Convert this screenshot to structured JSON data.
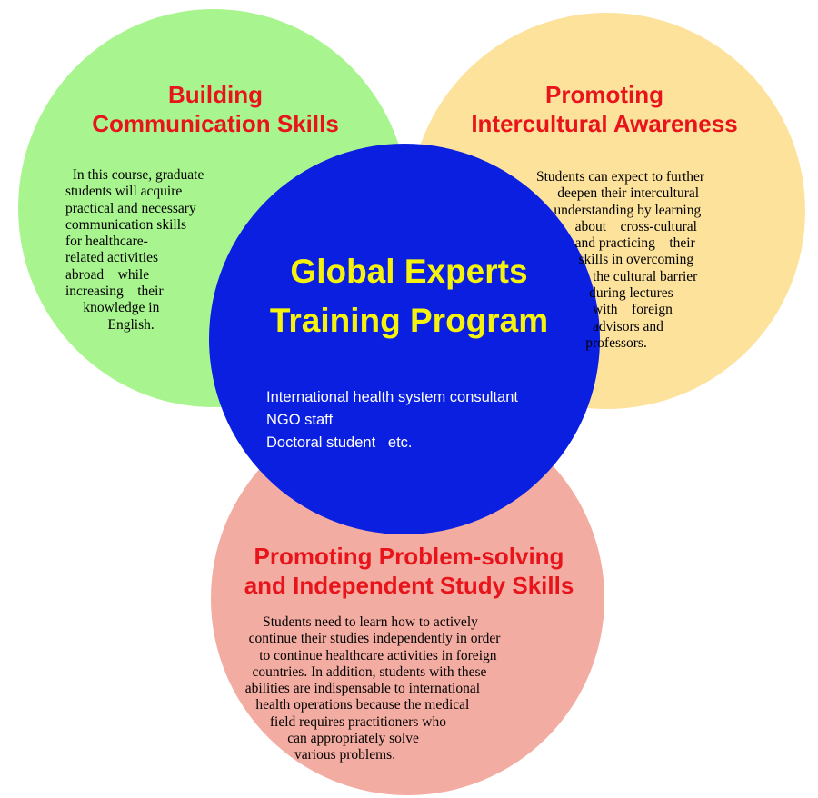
{
  "center": {
    "title": "Global Experts\nTraining Program",
    "careers": [
      "International health system consultant",
      "NGO staff",
      "Doctoral student   etc."
    ]
  },
  "communication": {
    "title": "Building\nCommunication Skills",
    "lines": [
      "  In this course, graduate",
      "students will acquire",
      "practical and necessary",
      "communication skills",
      "for healthcare-",
      "related activities",
      "abroad    while",
      "increasing    their",
      "     knowledge in",
      "            English."
    ]
  },
  "intercultural": {
    "title": "Promoting\nIntercultural Awareness",
    "lines": [
      "Students can expect to further",
      "      deepen their intercultural",
      "     understanding by learning",
      "           about    cross-cultural",
      "           and practicing    their",
      "            skills in overcoming",
      "                the cultural barrier",
      "               during lectures",
      "                with    foreign",
      "                advisors and",
      "              professors."
    ]
  },
  "problem_solving": {
    "title": "Promoting Problem-solving\nand Independent Study Skills",
    "lines": [
      "       Students need to learn how to actively",
      "   continue their studies independently in order",
      "      to continue healthcare activities in foreign",
      "    countries. In addition, students with these",
      "  abilities are indispensable to international",
      "     health operations because the medical",
      "         field requires practitioners who",
      "              can appropriately solve",
      "                various problems."
    ]
  },
  "colors": {
    "communication_circle": "#a8f58f",
    "intercultural_circle": "#fde29c",
    "problem_circle": "#f3aca1",
    "center_circle": "#0a1fe0",
    "heading_red": "#e8141b",
    "center_title_yellow": "#f5f20e"
  }
}
